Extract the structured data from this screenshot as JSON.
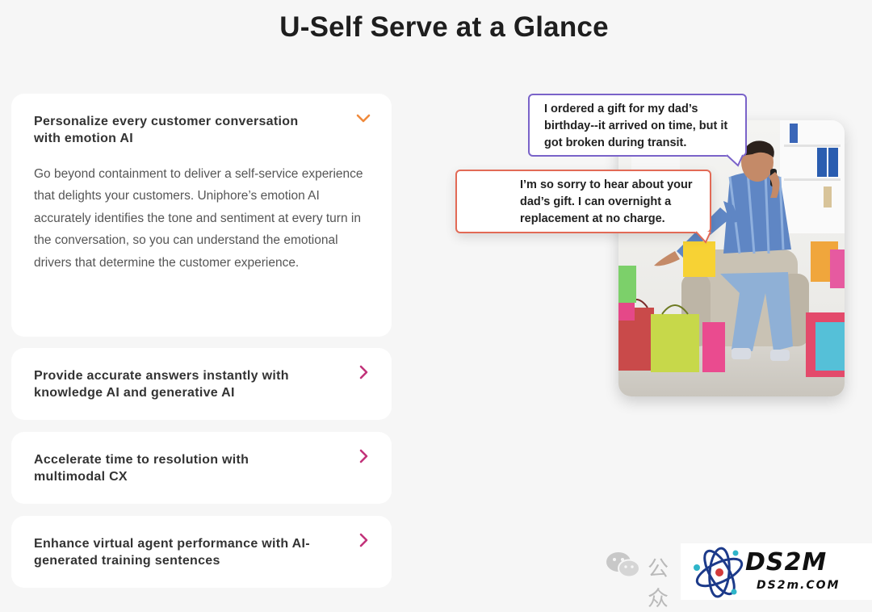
{
  "page": {
    "title": "U-Self Serve at a Glance"
  },
  "accordion": [
    {
      "title": "Personalize every customer conversation with emotion AI",
      "expanded": true,
      "icon": "chevron-down-icon",
      "body": "Go beyond containment to deliver a self-service experience that delights your customers. Uniphore’s emotion AI accurately identifies the tone and sentiment at every turn in the conversation, so you can understand the emotional drivers that determine the customer experience."
    },
    {
      "title": "Provide accurate answers instantly with knowledge AI and generative AI",
      "expanded": false,
      "icon": "chevron-right-icon"
    },
    {
      "title": "Accelerate time to resolution with multimodal CX",
      "expanded": false,
      "icon": "chevron-right-icon"
    },
    {
      "title": "Enhance virtual agent performance with AI-generated training sentences",
      "expanded": false,
      "icon": "chevron-right-icon"
    }
  ],
  "illustration": {
    "customer_message": "I ordered a gift for my dad’s birthday--it arrived on time, but it got broken during transit.",
    "agent_message": "I’m so sorry to hear about your dad’s gift. I can overnight a replacement at no charge.",
    "agent_icon": "voice-waveform-icon",
    "photo": "man-on-phone-with-gift-bags"
  },
  "watermark": {
    "wechat_text": "公众",
    "logo_text": "DS2M",
    "logo_url_text": "DS2m.COM"
  },
  "colors": {
    "accent_orange": "#f08a3c",
    "accent_magenta": "#c2337a",
    "user_bubble_border": "#7a63c9",
    "agent_bubble_border": "#e26a56"
  }
}
